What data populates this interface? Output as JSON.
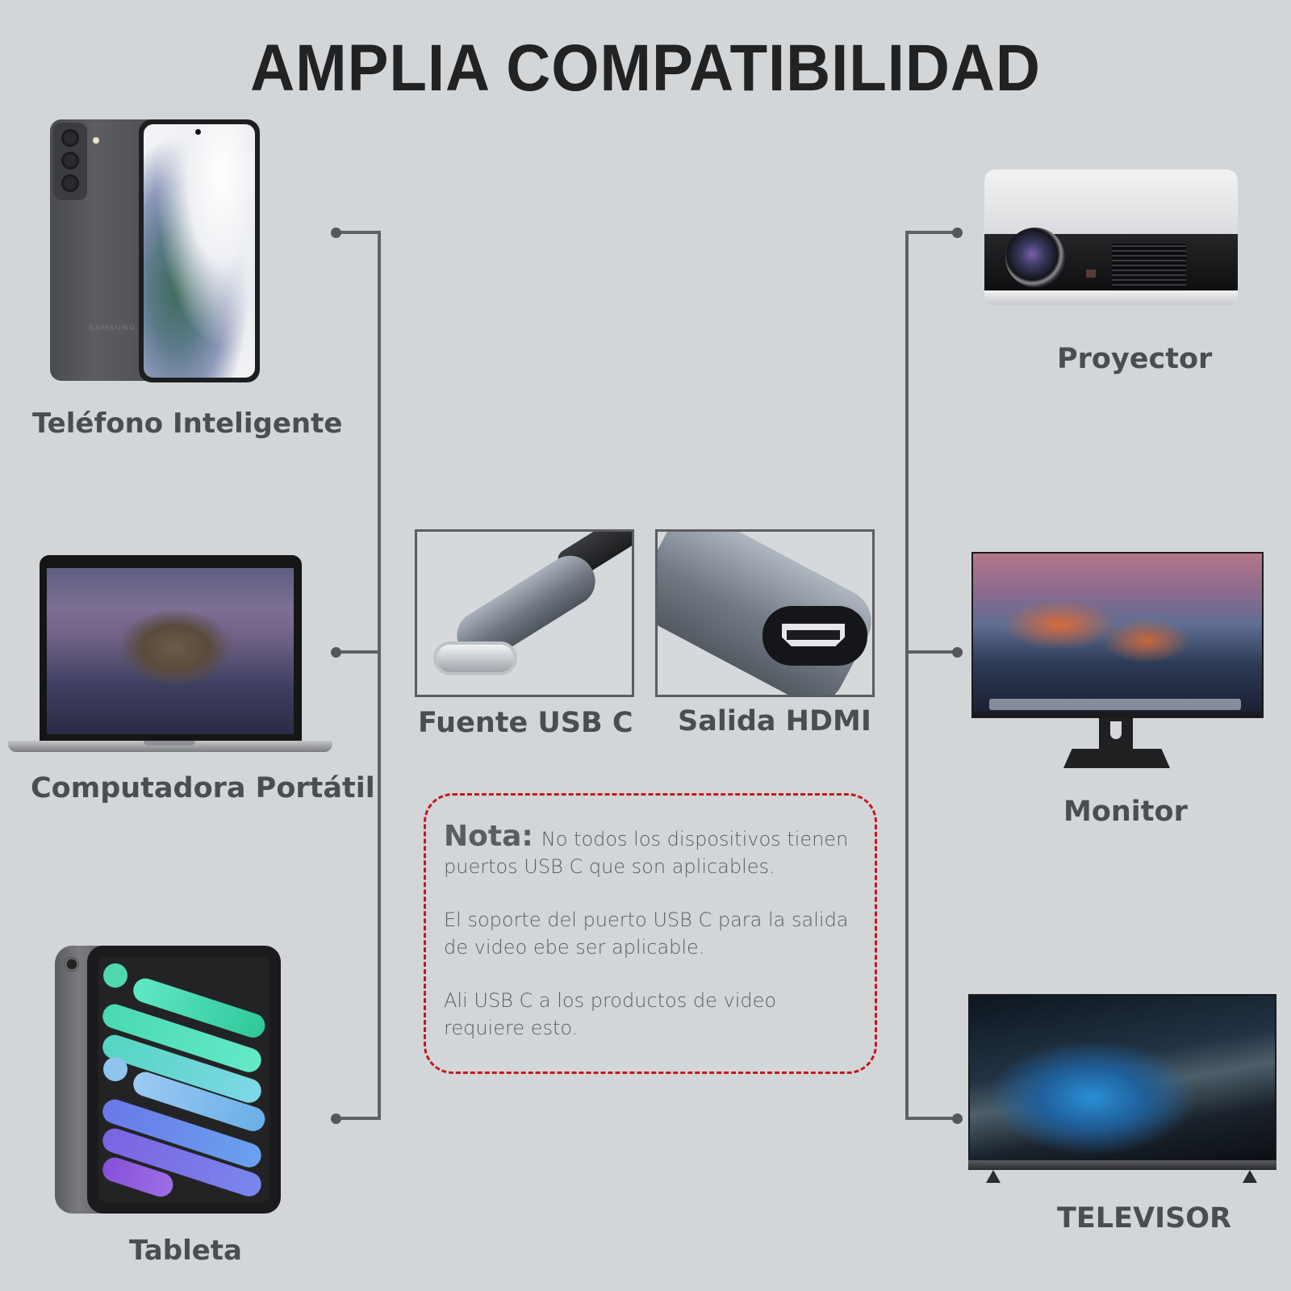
{
  "title": "AMPLIA COMPATIBILIDAD",
  "source_devices": [
    {
      "label": "Teléfono Inteligente",
      "icon": "smartphone-image",
      "brand_text": "SAMSUNG"
    },
    {
      "label": "Computadora Portátil",
      "icon": "laptop-image"
    },
    {
      "label": "Tableta",
      "icon": "tablet-image"
    }
  ],
  "adapter": {
    "input_label": "Fuente USB C",
    "output_label": "Salida HDMI",
    "input_icon": "usb-c-connector-image",
    "output_icon": "hdmi-port-image"
  },
  "note": {
    "heading": "Nota:",
    "paragraphs": [
      "No todos los dispositivos tienen puertos USB C que son aplicables.",
      "El soporte del puerto USB C para la salida de video ebe ser aplicable.",
      "Ali USB C a los productos de video requiere esto."
    ],
    "lines": [
      "No todos los dispositivos tienen",
      "puertos USB C que son aplicables.",
      "El soporte del puerto USB C para la salida",
      "de video ebe ser aplicable.",
      "Ali USB C a los productos de video",
      "requiere esto."
    ],
    "border_color": "#c4171d"
  },
  "output_devices": [
    {
      "label": "Proyector",
      "icon": "projector-image"
    },
    {
      "label": "Monitor",
      "icon": "monitor-image"
    },
    {
      "label": "TELEVISOR",
      "icon": "television-image"
    }
  ],
  "colors": {
    "background": "#d3d6d9",
    "title": "#222222",
    "label": "#4b4d50",
    "connector_line": "#5f6164",
    "note_border": "#c4171d"
  }
}
